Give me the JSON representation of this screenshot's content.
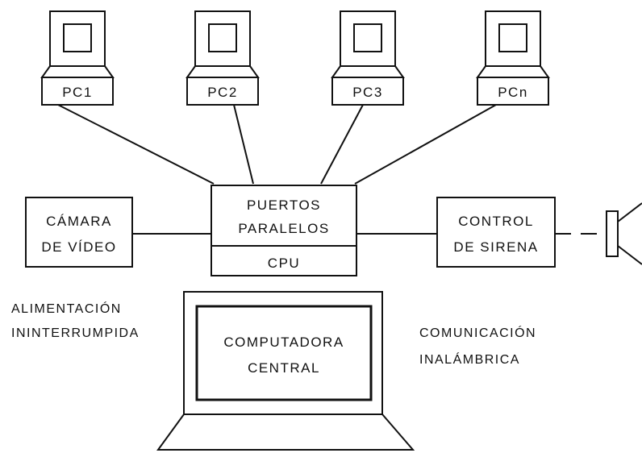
{
  "pcs": [
    {
      "label": "PC1"
    },
    {
      "label": "PC2"
    },
    {
      "label": "PC3"
    },
    {
      "label": "PCn"
    }
  ],
  "ports_box": {
    "line1": "PUERTOS",
    "line2": "PARALELOS",
    "cpu": "CPU"
  },
  "camera_box": {
    "line1": "CÁMARA",
    "line2": "DE VÍDEO"
  },
  "siren_box": {
    "line1": "CONTROL",
    "line2": "DE SIRENA"
  },
  "power_label": {
    "line1": "ALIMENTACIÓN",
    "line2": "ININTERRUMPIDA"
  },
  "wireless_label": {
    "line1": "COMUNICACIÓN",
    "line2": "INALÁMBRICA"
  },
  "central_computer": {
    "line1": "COMPUTADORA",
    "line2": "CENTRAL"
  },
  "colors": {
    "stroke": "#111111",
    "background": "#ffffff"
  }
}
